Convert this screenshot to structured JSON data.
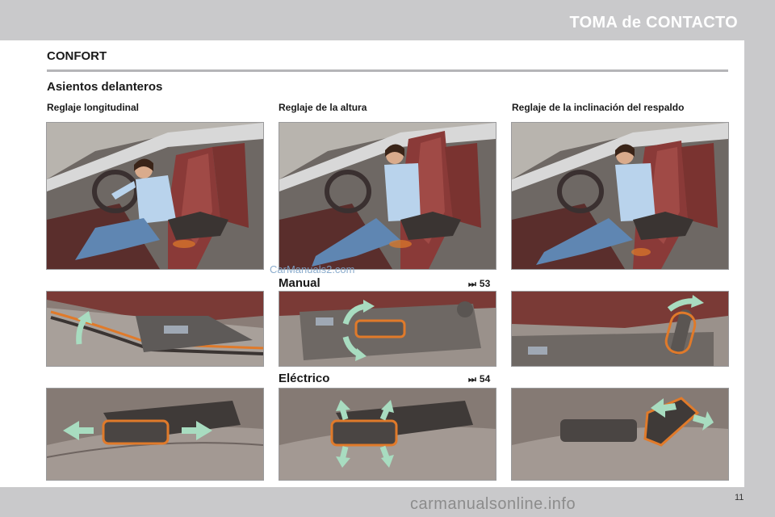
{
  "header": {
    "title": "TOMA de CONTACTO"
  },
  "section": {
    "title": "CONFORT",
    "subtitle": "Asientos delanteros"
  },
  "columns": [
    {
      "label": "Reglaje longitudinal"
    },
    {
      "label": "Reglaje de la altura"
    },
    {
      "label": "Reglaje de la inclinación del respaldo"
    }
  ],
  "modes": {
    "manual": {
      "label": "Manual",
      "ref": "53",
      "ref_icon": "arrow-to-end-icon"
    },
    "electric": {
      "label": "Eléctrico",
      "ref": "54",
      "ref_icon": "arrow-to-end-icon"
    }
  },
  "watermarks": {
    "top": "CarManuals2.com",
    "bottom": "carmanualsonline.info"
  },
  "footer": {
    "page_number": "11"
  },
  "colors": {
    "header_band": "#c9c9cb",
    "leather_red": "#8a3a38",
    "highlight_orange": "#e07a2a",
    "arrow_green": "#a8dcc0",
    "shirt_blue": "#b9d3ec"
  }
}
